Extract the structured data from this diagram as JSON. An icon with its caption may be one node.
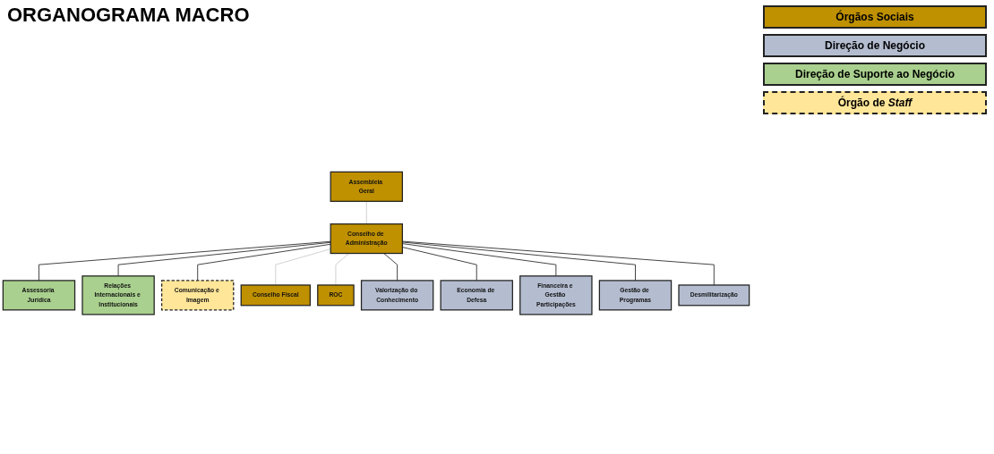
{
  "diagram": {
    "title": "ORGANOGRAMA MACRO",
    "nodes": [
      {
        "text": [
          "Assembleia Geral"
        ]
      },
      {
        "text": [
          "Assessoria Jurídica"
        ]
      },
      {
        "text": [
          "Relações Internacionais e Institucionais"
        ]
      },
      {
        "text": [
          "Comunicação e Imagem"
        ]
      },
      {
        "text": [
          "Conselho de Administração"
        ]
      },
      {
        "text": [
          "Conselho Fiscal"
        ]
      },
      {
        "text": [
          "ROC"
        ]
      },
      {
        "text": [
          "Valorização do Conhecimento"
        ]
      },
      {
        "text": [
          "Economia de Defesa"
        ]
      },
      {
        "text": [
          "Financeira e Gestão Participações"
        ]
      },
      {
        "text": [
          "Gestão de Programas"
        ]
      },
      {
        "text": [
          "Desmilitarização"
        ]
      }
    ],
    "edges": [
      {
        "from": 0,
        "to": 4,
        "arrow": "none",
        "color": "#c8c8c8"
      },
      {
        "from": 4,
        "to": 1,
        "arrow": "none"
      },
      {
        "from": 4,
        "to": 2,
        "arrow": "none"
      },
      {
        "from": 4,
        "to": 3,
        "arrow": "none"
      },
      {
        "from": 4,
        "to": 5,
        "arrow": "none",
        "color": "#c8c8c8"
      },
      {
        "from": 4,
        "to": 6,
        "arrow": "none",
        "color": "#c8c8c8"
      },
      {
        "from": 4,
        "to": 7,
        "arrow": "none"
      },
      {
        "from": 4,
        "to": 8,
        "arrow": "none"
      },
      {
        "from": 4,
        "to": 9,
        "arrow": "none"
      },
      {
        "from": 4,
        "to": 10,
        "arrow": "none"
      },
      {
        "from": 4,
        "to": 11,
        "arrow": "none"
      }
    ],
    "legend": [
      {
        "text": "Órgãos Sociais",
        "color": "#bf9000"
      },
      {
        "text": "Direção de Negócio",
        "color": "#b4bdd0"
      },
      {
        "text": "Direção de Suporte ao Negócio",
        "color": "#a9d08e"
      },
      {
        "text": "Órgão de *Staff*",
        "color": "#ffe699"
      }
    ]
  }
}
